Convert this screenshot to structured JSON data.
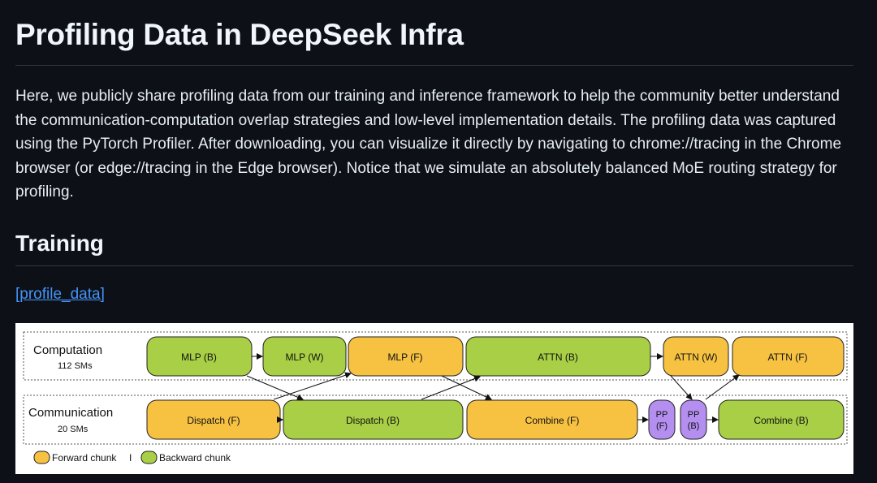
{
  "page": {
    "title": "Profiling Data in DeepSeek Infra",
    "intro": "Here, we publicly share profiling data from our training and inference framework to help the community better understand the communication-computation overlap strategies and low-level implementation details. The profiling data was captured using the PyTorch Profiler. After downloading, you can visualize it directly by navigating to chrome://tracing in the Chrome browser (or edge://tracing in the Edge browser). Notice that we simulate an absolutely balanced MoE routing strategy for profiling.",
    "section_title": "Training",
    "link_label": "[profile_data]"
  },
  "diagram": {
    "colors": {
      "forward": "#f7c242",
      "backward": "#a8cf45",
      "pp": "#b48ff0"
    },
    "rows": {
      "computation": {
        "label": "Computation",
        "sub": "112 SMs"
      },
      "communication": {
        "label": "Communication",
        "sub": "20 SMs"
      }
    },
    "computation_blocks": [
      {
        "label": "MLP (B)",
        "kind": "backward"
      },
      {
        "label": "MLP (W)",
        "kind": "backward"
      },
      {
        "label": "MLP (F)",
        "kind": "forward"
      },
      {
        "label": "ATTN (B)",
        "kind": "backward"
      },
      {
        "label": "ATTN (W)",
        "kind": "forward"
      },
      {
        "label": "ATTN (F)",
        "kind": "forward"
      }
    ],
    "communication_blocks": [
      {
        "label": "Dispatch (F)",
        "kind": "forward"
      },
      {
        "label": "Dispatch (B)",
        "kind": "backward"
      },
      {
        "label": "Combine (F)",
        "kind": "forward"
      },
      {
        "line1": "PP",
        "line2": "(F)",
        "kind": "pp"
      },
      {
        "line1": "PP",
        "line2": "(B)",
        "kind": "pp"
      },
      {
        "label": "Combine (B)",
        "kind": "backward"
      }
    ],
    "legend": {
      "forward": "Forward chunk",
      "separator": "I",
      "backward": "Backward chunk"
    }
  }
}
